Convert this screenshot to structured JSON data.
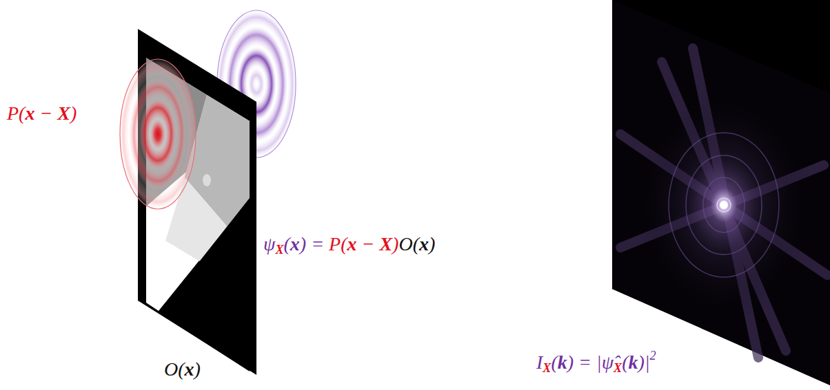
{
  "diagram": {
    "labels": [
      "P(x − X)",
      "ψX(x) = P(x − X)O(x)",
      "O(x)",
      "IX(k) = |ψ̂X(k)|2"
    ]
  }
}
